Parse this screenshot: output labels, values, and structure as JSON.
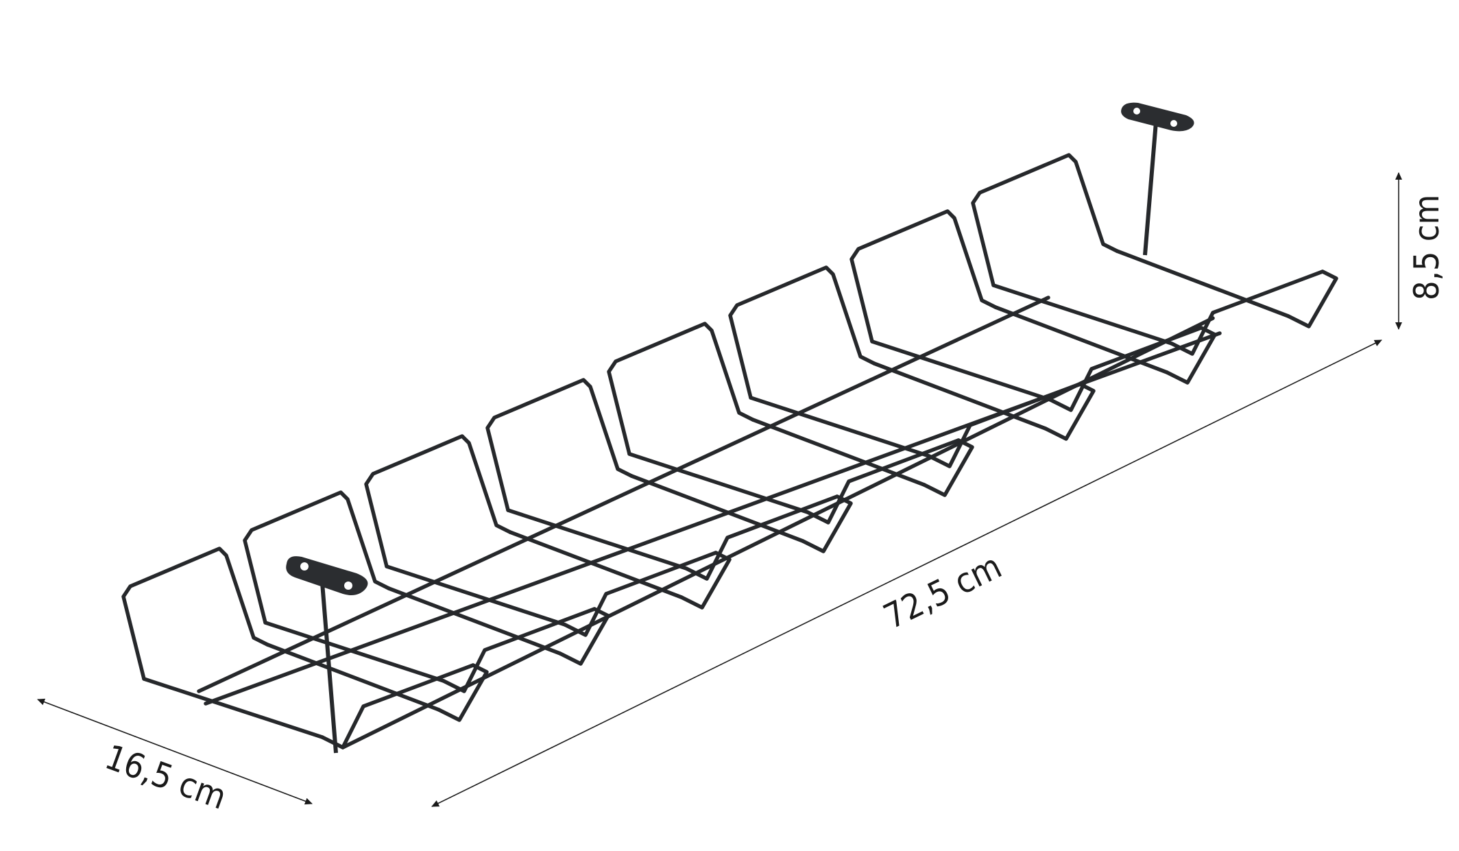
{
  "dimensions": {
    "width": "72,5 cm",
    "depth": "16,5 cm",
    "height": "8,5 cm"
  }
}
